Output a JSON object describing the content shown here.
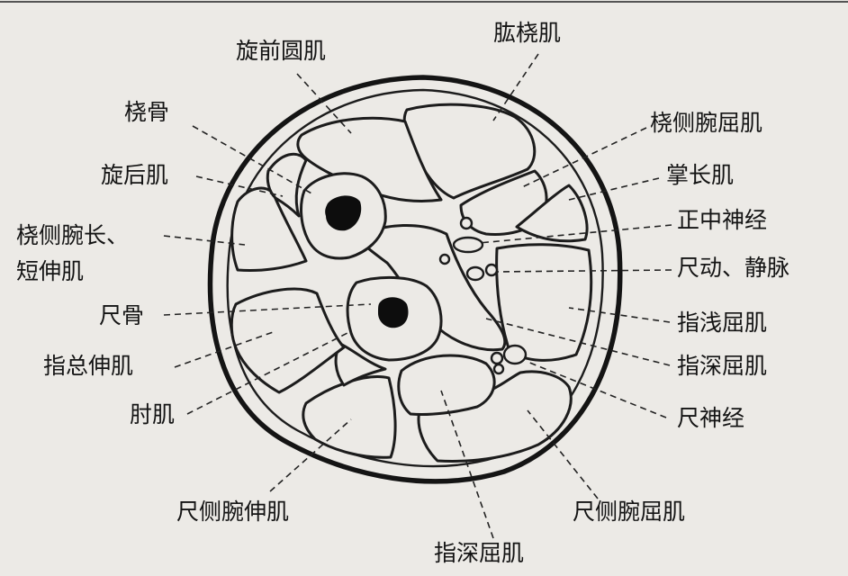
{
  "labels": {
    "brachioradialis": "肱桡肌",
    "pronator_teres": "旋前圆肌",
    "radius": "桡骨",
    "flexor_carpi_radialis": "桡侧腕屈肌",
    "supinator": "旋后肌",
    "palmaris_longus": "掌长肌",
    "ext_carpi_radialis_line1": "桡侧腕长、",
    "ext_carpi_radialis_line2": "短伸肌",
    "median_nerve": "正中神经",
    "ulnar_artery_vein": "尺动、静脉",
    "ulna": "尺骨",
    "fds": "指浅屈肌",
    "ext_digitorum": "指总伸肌",
    "fdp_right": "指深屈肌",
    "anconeus": "肘肌",
    "ulnar_nerve": "尺神经",
    "ext_carpi_ulnaris": "尺侧腕伸肌",
    "flexor_carpi_ulnaris": "尺侧腕屈肌",
    "fdp_bottom": "指深屈肌"
  },
  "colors": {
    "background": "#eceae6",
    "ink": "#1c1c1c",
    "bone_marrow": "#0d0d0d"
  }
}
